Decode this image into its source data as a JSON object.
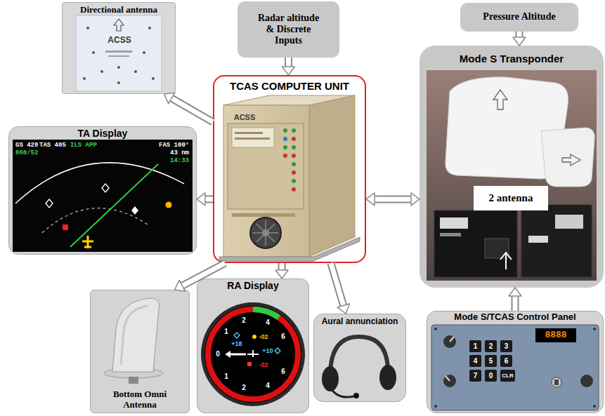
{
  "diagram": {
    "nodes": [
      {
        "text": [
          "Directional antenna"
        ]
      },
      {
        "text": [
          "Radar altitude & Discrete Inputs"
        ]
      },
      {
        "text": [
          "Pressure Altitude"
        ]
      },
      {
        "text": [
          "TA Display"
        ]
      },
      {
        "text": [
          "TCAS COMPUTER UNIT"
        ]
      },
      {
        "text": [
          "Mode S Transponder"
        ]
      },
      {
        "text": [
          "2 antenna"
        ],
        "in": 5
      },
      {
        "text": [
          "Bottom Omni Antenna"
        ]
      },
      {
        "text": [
          "RA Display"
        ]
      },
      {
        "text": [
          "Aural annunciation"
        ]
      },
      {
        "text": [
          "Mode S/TCAS Control Panel"
        ]
      }
    ],
    "edges": [
      {
        "from": 1,
        "to": 4,
        "arrow": "to"
      },
      {
        "from": 4,
        "to": 0,
        "arrow": "to"
      },
      {
        "from": 4,
        "to": 3,
        "arrow": "to"
      },
      {
        "from": 4,
        "to": 5,
        "arrow": "both"
      },
      {
        "from": 2,
        "to": 5,
        "arrow": "to"
      },
      {
        "from": 4,
        "to": 7,
        "arrow": "to"
      },
      {
        "from": 4,
        "to": 8,
        "arrow": "to"
      },
      {
        "from": 4,
        "to": 9,
        "arrow": "to"
      },
      {
        "from": 10,
        "to": 5,
        "arrow": "to"
      }
    ],
    "labels": [
      "ACSS",
      "ACSS",
      "GS 420",
      "TAS 405",
      "ILS APP",
      "060/52",
      "FAS 100°",
      "43 nm",
      "14:33",
      "1",
      "2",
      "4",
      "6",
      "0",
      "1",
      "2",
      "4",
      "6",
      "+18",
      "-02",
      "+10",
      "-02",
      "1",
      "2",
      "3",
      "4",
      "5",
      "6",
      "7",
      "0",
      "CLR",
      "8888"
    ]
  }
}
